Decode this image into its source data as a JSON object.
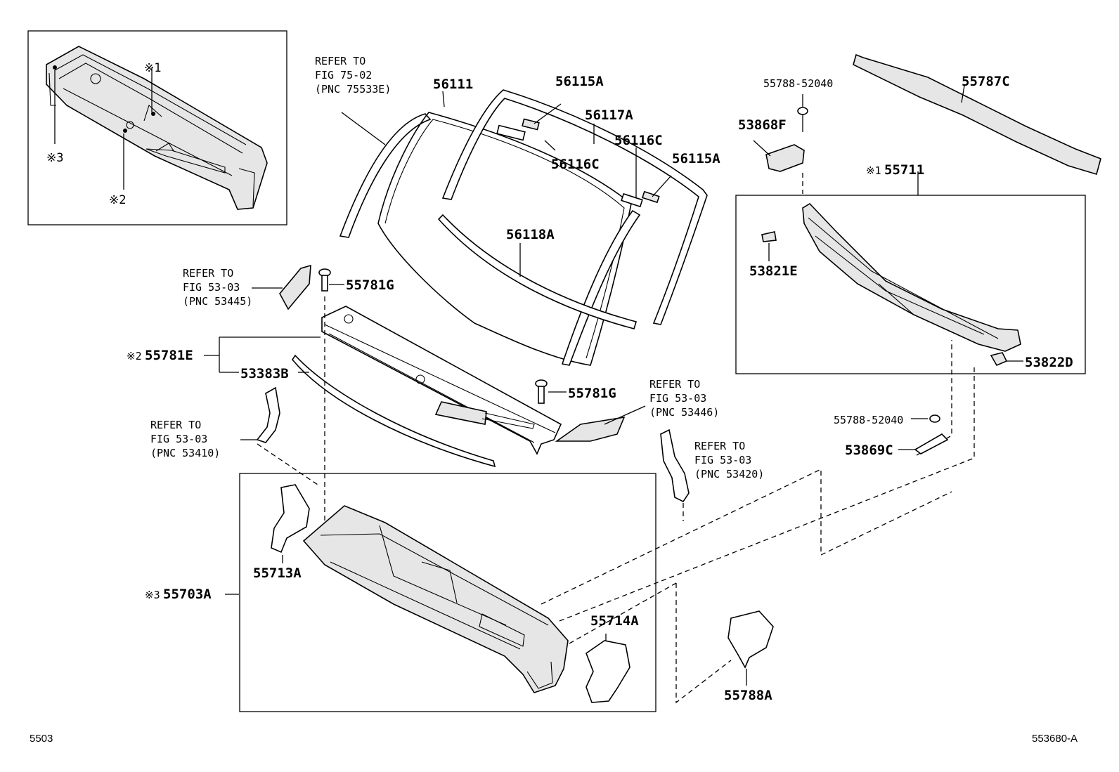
{
  "labels": {
    "p55787c": "55787C",
    "p55788_52040_top": "55788-52040",
    "p53868f": "53868F",
    "p55711": "55711",
    "p55711_mark": "※1",
    "p53821e": "53821E",
    "p53822d": "53822D",
    "p55788_52040_mid": "55788-52040",
    "p53869c": "53869C",
    "p56111": "56111",
    "p56115a_top": "56115A",
    "p56117a": "56117A",
    "p56116c_top": "56116C",
    "p56116c_left": "56116C",
    "p56115a_right": "56115A",
    "p56118a": "56118A",
    "p55781g_top": "55781G",
    "p55781g_mid": "55781G",
    "p55781e": "55781E",
    "p55781e_mark": "※2",
    "p53383b": "53383B",
    "p55713a": "55713A",
    "p55703a": "55703A",
    "p55703a_mark": "※3",
    "p55714a": "55714A",
    "p55788a": "55788A"
  },
  "refs": {
    "fig75": [
      "REFER TO",
      "FIG 75-02",
      "(PNC 75533E)"
    ],
    "fig53445": [
      "REFER TO",
      "FIG 53-03",
      "(PNC 53445)"
    ],
    "fig53446": [
      "REFER TO",
      "FIG 53-03",
      "(PNC 53446)"
    ],
    "fig53410": [
      "REFER TO",
      "FIG 53-03",
      "(PNC 53410)"
    ],
    "fig53420": [
      "REFER TO",
      "FIG 53-03",
      "(PNC 53420)"
    ]
  },
  "inset": {
    "mark1": "※1",
    "mark2": "※2",
    "mark3": "※3"
  },
  "footer": {
    "left_code": "5503",
    "right_code": "553680-A"
  }
}
